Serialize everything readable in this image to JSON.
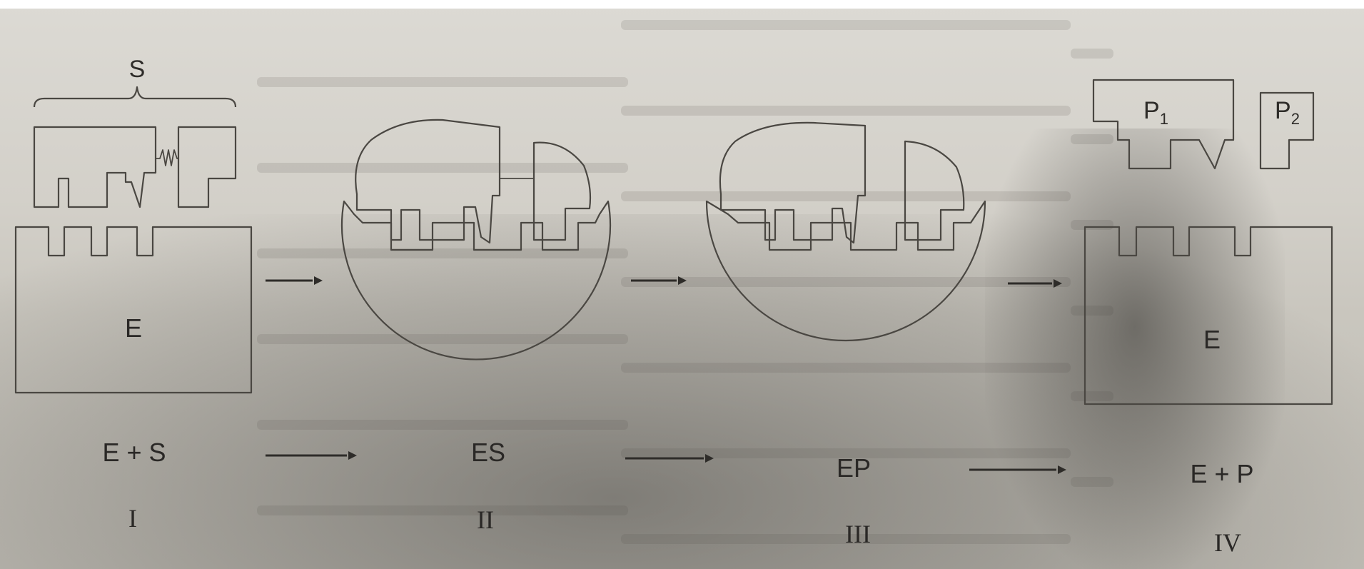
{
  "stages": [
    {
      "equation": "E + S",
      "roman": "I",
      "enzyme_label": "E",
      "substrate_label": "S"
    },
    {
      "equation": "ES",
      "roman": "II"
    },
    {
      "equation": "EP",
      "roman": "III"
    },
    {
      "equation": "E + P",
      "roman": "IV",
      "enzyme_label": "E",
      "product_labels": [
        "P",
        "P"
      ],
      "product_subscripts": [
        "1",
        "2"
      ]
    }
  ],
  "colors": {
    "ink": "#4a4742",
    "paper": "#d6d3cc",
    "shadow": "#6e6a62"
  }
}
